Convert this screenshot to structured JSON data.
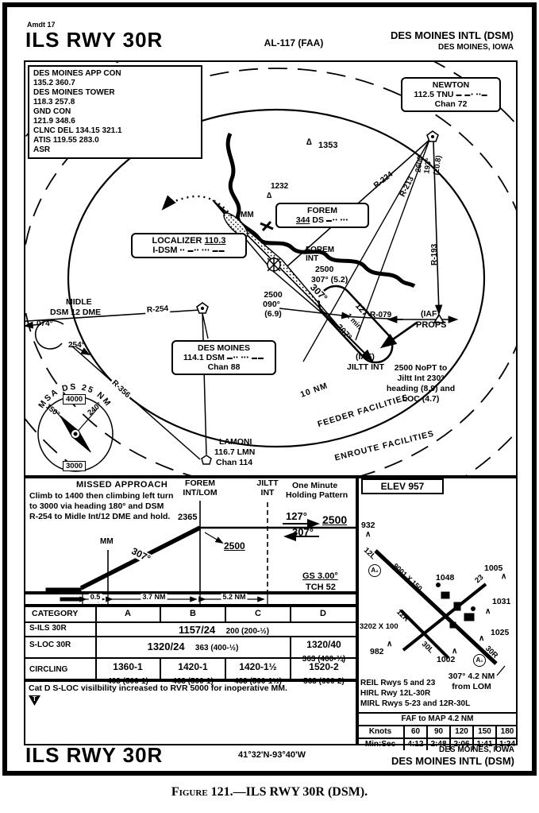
{
  "header": {
    "amdt": "Amdt 17",
    "procedure": "ILS RWY 30R",
    "chart_ref": "AL-117 (FAA)",
    "airport": "DES MOINES INTL (DSM)",
    "city": "DES MOINES, IOWA"
  },
  "comms": {
    "lines": [
      "DES MOINES APP CON",
      "135.2 360.7",
      "DES MOINES TOWER",
      "118.3 257.8",
      "GND CON",
      "121.9 348.6",
      "CLNC DEL 134.15 321.1",
      "ATIS 119.55 283.0",
      "ASR"
    ]
  },
  "plan": {
    "newton": {
      "name": "NEWTON",
      "freq": "112.5 TNU",
      "morse": "▬ ▬• ••▬",
      "chan": "Chan 72"
    },
    "newton_leg": {
      "alt": "2600",
      "crs": "193°",
      "dist": "(20.8)"
    },
    "localizer": {
      "name": "LOCALIZER",
      "freq": "110.3",
      "ident": "I-DSM",
      "morse": "•• ▬•• ••• ▬▬"
    },
    "forem": {
      "name": "FOREM",
      "freq": "344",
      "ident": "DS",
      "morse": "▬•• •••"
    },
    "des_moines": {
      "name": "DES MOINES",
      "freq": "114.1 DSM",
      "morse": "▬•• ••• ▬▬",
      "chan": "Chan 88"
    },
    "lamoni": {
      "name": "LAMONI",
      "freq": "116.7 LMN",
      "chan": "Chan 114"
    },
    "midle": {
      "name": "MIDLE",
      "dme": "DSM 12 DME",
      "crs_in": "074°",
      "crs_out": "254°"
    },
    "msa": {
      "title": "MSA DS 25 NM",
      "upper": "4000",
      "lower": "3000",
      "brg1": "150°",
      "brg2": "240°"
    },
    "obstacle1": "1353",
    "obstacle2": "1232",
    "mm": "MM",
    "forem_int": {
      "l1": "FOREM",
      "l2": "INT",
      "alt": "2500",
      "crs": "307° (5.2)"
    },
    "dsm_leg": {
      "alt": "2500",
      "crs": "090°",
      "dist": "(6.9)"
    },
    "jiltt": {
      "iaf": "(IAF)",
      "name": "JILTT INT"
    },
    "props": {
      "iaf": "(IAF)",
      "name": "PROPS"
    },
    "hold": {
      "inbound": "127°",
      "time": "1 min",
      "outbound": "307°"
    },
    "course": "307°",
    "radials": {
      "r224": "R-224",
      "r213": "R-213",
      "r193": "R-193",
      "r254": "R-254",
      "r356": "R-356",
      "r079": "R-079"
    },
    "ring": "10 NM",
    "feeder": "FEEDER FACILITIES",
    "enroute": "ENROUTE FACILITIES",
    "nopt": {
      "l1": "2500 NoPT to",
      "l2": "Jiltt Int 230°",
      "l3": "heading (8.9) and",
      "l4": "LOC (4.7)"
    }
  },
  "profile": {
    "missed_title": "MISSED APPROACH",
    "missed_l1": "Climb to 1400 then climbing left turn",
    "missed_l2": "to 3000 via heading 180° and DSM",
    "missed_l3": "R-254 to Midle Int/12 DME and hold.",
    "forem_l1": "FOREM",
    "forem_l2": "INT/LOM",
    "jiltt_l1": "JILTT",
    "jiltt_l2": "INT",
    "xing_alt": "2365",
    "mm": "MM",
    "inbound": "127°",
    "outbound": "307°",
    "alt": "2500",
    "alt2": "2500",
    "hold_l1": "One Minute",
    "hold_l2": "Holding Pattern",
    "gs": "GS 3.00°",
    "tch": "TCH 52",
    "course": "307°",
    "d1": "0.5",
    "d2": "3.7 NM",
    "d3": "5.2 NM"
  },
  "minimums": {
    "category": "CATEGORY",
    "cats": [
      "A",
      "B",
      "C",
      "D"
    ],
    "sils": {
      "label": "S-ILS 30R",
      "v": "1157/24",
      "m": "200 (200-½)"
    },
    "sloc": {
      "label": "S-LOC 30R",
      "v": "1320/24",
      "m": "363 (400-½)",
      "dv": "1320/40",
      "dm": "363 (400-¾)"
    },
    "circling": {
      "label": "CIRCLING",
      "a1": "1360-1",
      "a2": "403 (500-1)",
      "b1": "1420-1",
      "b2": "463 (500-1)",
      "c1": "1420-1½",
      "c2": "463 (500-1½)",
      "d1": "1520-2",
      "d2": "563 (600-2)"
    },
    "note": "Cat D S-LOC visilbility increased to RVR 5000 for inoperative MM.",
    "inop_symbol": "T"
  },
  "sketch": {
    "elev": "ELEV 957",
    "obstacles": {
      "o932": "932",
      "o1048": "1048",
      "o1005": "1005",
      "o1031": "1031",
      "o1025": "1025",
      "o982": "982",
      "o1002": "1002"
    },
    "rwy": {
      "r12l": "12L",
      "r12r": "12R",
      "r23": "23",
      "r30l": "30L",
      "r30r": "30R",
      "dim1": "9001 X 150",
      "dim2": "3202 X 100"
    },
    "a1": "A₁",
    "a2": "A₂",
    "from_lom_l1": "307° 4.2 NM",
    "from_lom_l2": "from LOM",
    "light1": "REIL Rwys 5 and 23",
    "light2": "HIRL Rwy 12L-30R",
    "light3": "MIRL Rwys 5-23 and 12R-30L",
    "faf_header": "FAF to MAP 4.2 NM",
    "knots_label": "Knots",
    "knots": [
      "60",
      "90",
      "120",
      "150",
      "180"
    ],
    "minsec_label": "Min:Sec",
    "times": [
      "4:12",
      "2:48",
      "2:06",
      "1:41",
      "1:24"
    ]
  },
  "footer": {
    "procedure": "ILS RWY 30R",
    "coords": "41°32'N-93°40'W",
    "city": "DES MOINES, IOWA",
    "airport": "DES MOINES INTL (DSM)"
  },
  "caption": {
    "figure": "Figure 121.",
    "title": "—ILS RWY 30R (DSM)."
  }
}
